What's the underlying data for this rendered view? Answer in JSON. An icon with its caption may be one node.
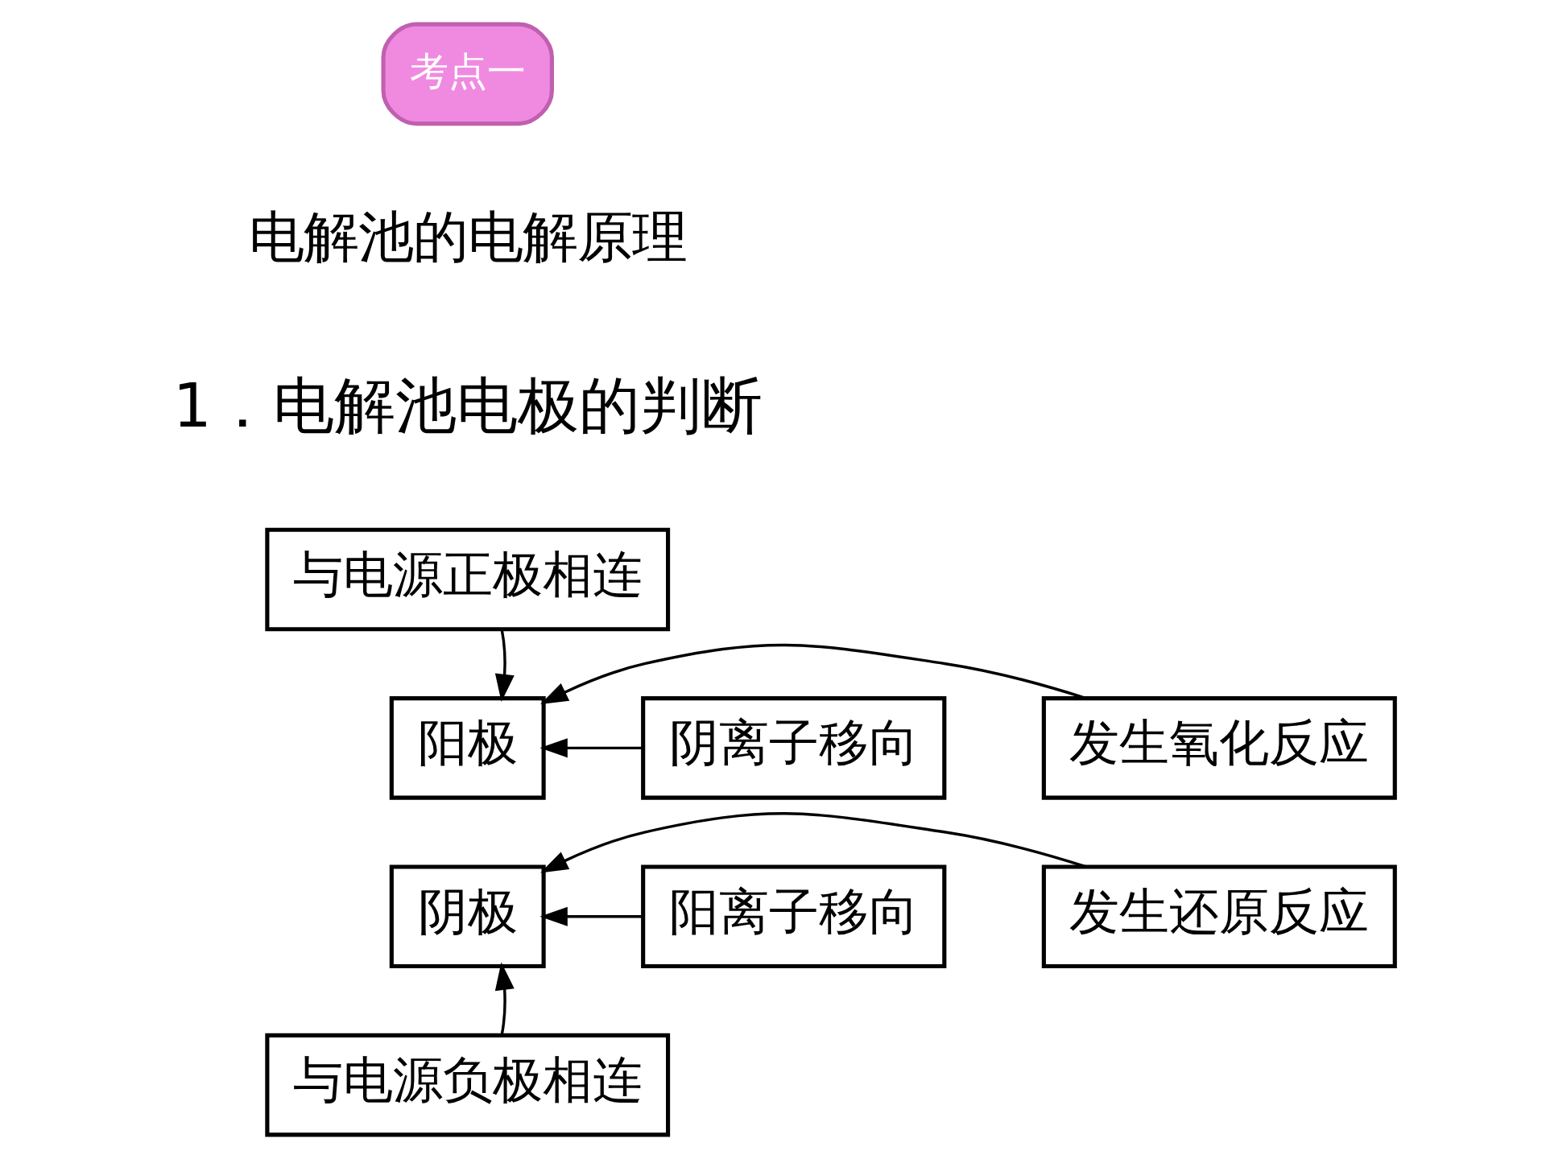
{
  "diagram": {
    "nodes": [
      {
        "text": [
          "与电源正极相连"
        ]
      },
      {
        "text": [
          "阴离子移向"
        ]
      },
      {
        "text": [
          "阳极"
        ]
      },
      {
        "text": [
          "发生氧化反应"
        ]
      },
      {
        "text": [
          "阳离子移向"
        ]
      },
      {
        "text": [
          "阴极"
        ]
      },
      {
        "text": [
          "发生还原反应"
        ]
      },
      {
        "text": [
          "与电源负极相连"
        ]
      }
    ],
    "edges": [
      {
        "from": 0,
        "to": 2,
        "arrow": "to"
      },
      {
        "from": 1,
        "to": 2,
        "arrow": "to"
      },
      {
        "from": 3,
        "to": 2,
        "arrow": "to"
      },
      {
        "from": 4,
        "to": 5,
        "arrow": "to"
      },
      {
        "from": 6,
        "to": 5,
        "arrow": "to"
      },
      {
        "from": 7,
        "to": 5,
        "arrow": "to"
      }
    ],
    "labels": [
      "考点一",
      "电解池的电解原理",
      "1．电解池电极的判断"
    ]
  }
}
